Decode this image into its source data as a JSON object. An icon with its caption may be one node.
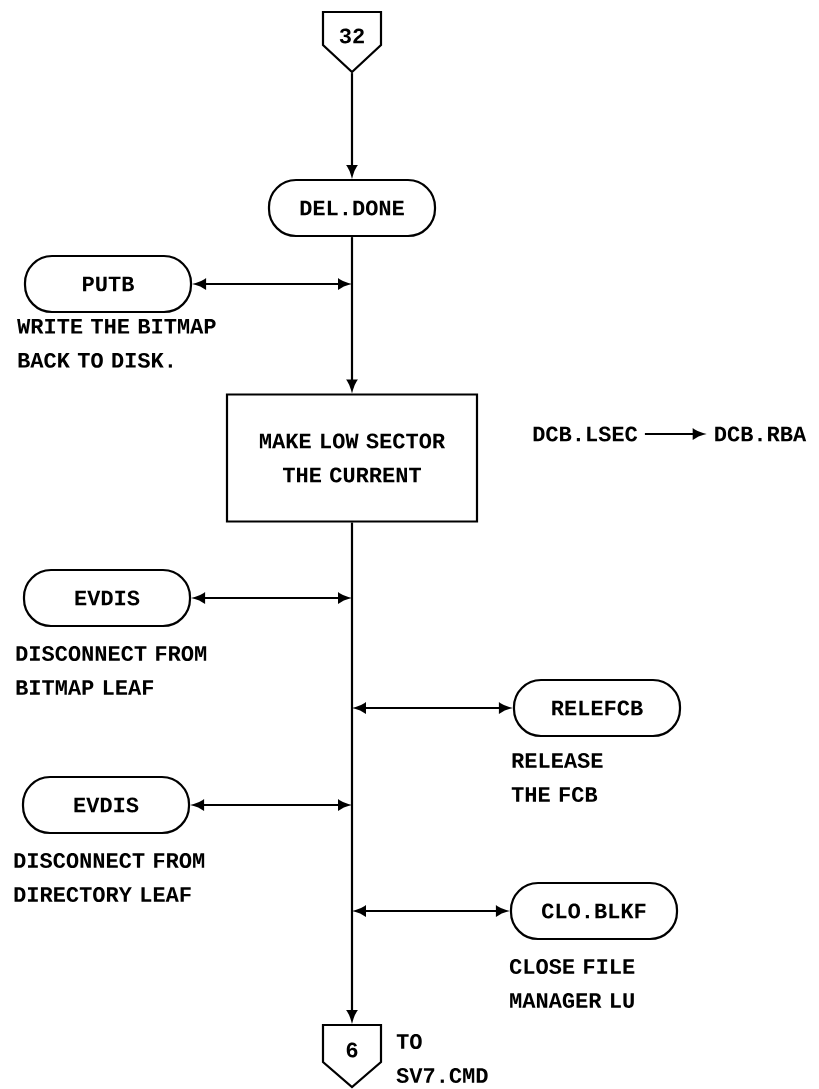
{
  "diagram": {
    "nodes": [
      {
        "text": [
          "32"
        ]
      },
      {
        "text": [
          "DEL.DONE"
        ]
      },
      {
        "text": [
          "PUTB"
        ],
        "beside": [
          "WRITE THE BITMAP BACK TO DISK."
        ]
      },
      {
        "text": [
          "MAKE LOW SECTOR THE CURRENT"
        ]
      },
      {
        "text": [
          "EVDIS"
        ],
        "beside": [
          "DISCONNECT FROM BITMAP LEAF"
        ]
      },
      {
        "text": [
          "RELEFCB"
        ],
        "beside": [
          "RELEASE THE FCB"
        ]
      },
      {
        "text": [
          "EVDIS"
        ],
        "beside": [
          "DISCONNECT FROM DIRECTORY LEAF"
        ]
      },
      {
        "text": [
          "CLO.BLKF"
        ],
        "beside": [
          "CLOSE FILE MANAGER LU"
        ]
      },
      {
        "text": [
          "6"
        ],
        "beside": [
          "TO SV7.CMD"
        ]
      },
      {
        "text": [
          "DCB.LSEC"
        ]
      },
      {
        "text": [
          "DCB.RBA"
        ]
      }
    ],
    "edges": [
      {
        "from": 0,
        "to": 1,
        "arrow": "to"
      },
      {
        "from": 1,
        "to": 3,
        "arrow": "to"
      },
      {
        "from": 2,
        "to": null,
        "arrow": "both"
      },
      {
        "from": 9,
        "to": 10,
        "arrow": "to"
      },
      {
        "from": 3,
        "to": 8,
        "arrow": "to"
      },
      {
        "from": 4,
        "to": null,
        "arrow": "both"
      },
      {
        "from": null,
        "to": 5,
        "arrow": "both"
      },
      {
        "from": 6,
        "to": null,
        "arrow": "both"
      },
      {
        "from": null,
        "to": 7,
        "arrow": "both"
      }
    ]
  }
}
